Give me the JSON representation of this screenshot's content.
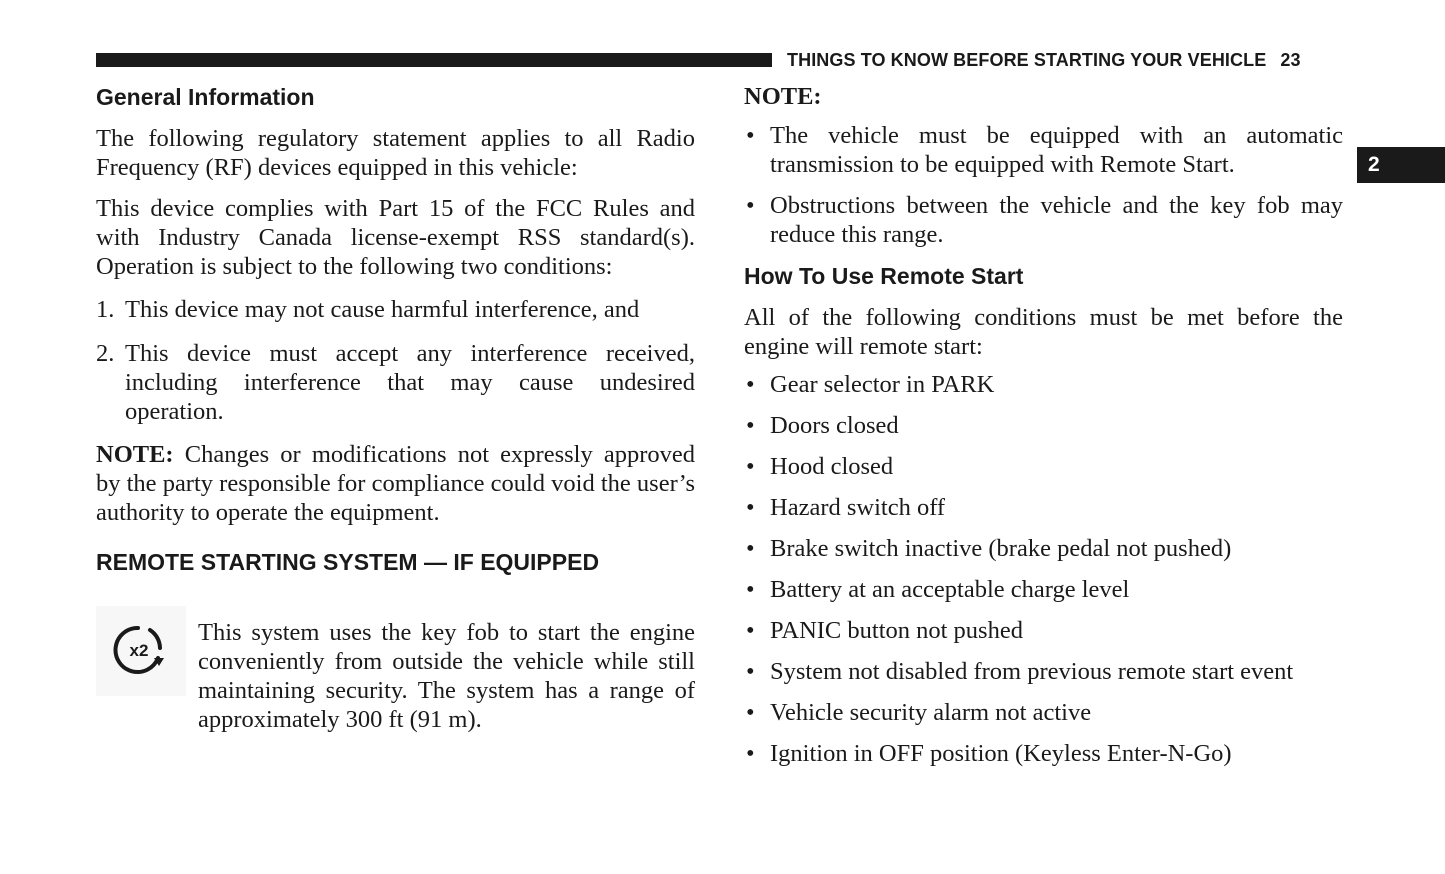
{
  "header": {
    "section_title": "THINGS TO KNOW BEFORE STARTING YOUR VEHICLE",
    "page_number": "23",
    "chapter_tab": "2"
  },
  "left": {
    "general_heading": "General Information",
    "para1": "The following regulatory statement applies to all Radio Frequency (RF) devices equipped in this vehicle:",
    "para2": "This device complies with Part 15 of the FCC Rules and with Industry Canada license-exempt RSS standard(s). Operation is subject to the following two conditions:",
    "conditions": [
      {
        "num": "1.",
        "text": "This device may not cause harmful interference, and"
      },
      {
        "num": "2.",
        "text": "This device must accept any interference received, including interference that may cause undesired operation."
      }
    ],
    "note_label": "NOTE:",
    "note_text": "Changes or modifications not expressly approved by the party responsible for compliance could void the user’s authority to operate the equipment.",
    "remote_heading": "REMOTE STARTING SYSTEM — IF EQUIPPED",
    "icon_label": "x2",
    "remote_para": "This system uses the key fob to start the engine conveniently from outside the vehicle while still maintaining security. The system has a range of approximately 300 ft (91 m)."
  },
  "right": {
    "note_label": "NOTE:",
    "note_items": [
      "The vehicle must be equipped with an automatic transmission to be equipped with Remote Start.",
      "Obstructions between the vehicle and the key fob may reduce this range."
    ],
    "howto_heading": "How To Use Remote Start",
    "howto_para": "All of the following conditions must be met before the engine will remote start:",
    "bullet_symbol": "•",
    "conditions": [
      "Gear selector in PARK",
      "Doors closed",
      "Hood closed",
      "Hazard switch off",
      "Brake switch inactive (brake pedal not pushed)",
      "Battery at an acceptable charge level",
      "PANIC button not pushed",
      "System not disabled from previous remote start event",
      "Vehicle security alarm not active",
      "Ignition in OFF position (Keyless Enter-N-Go)"
    ]
  }
}
